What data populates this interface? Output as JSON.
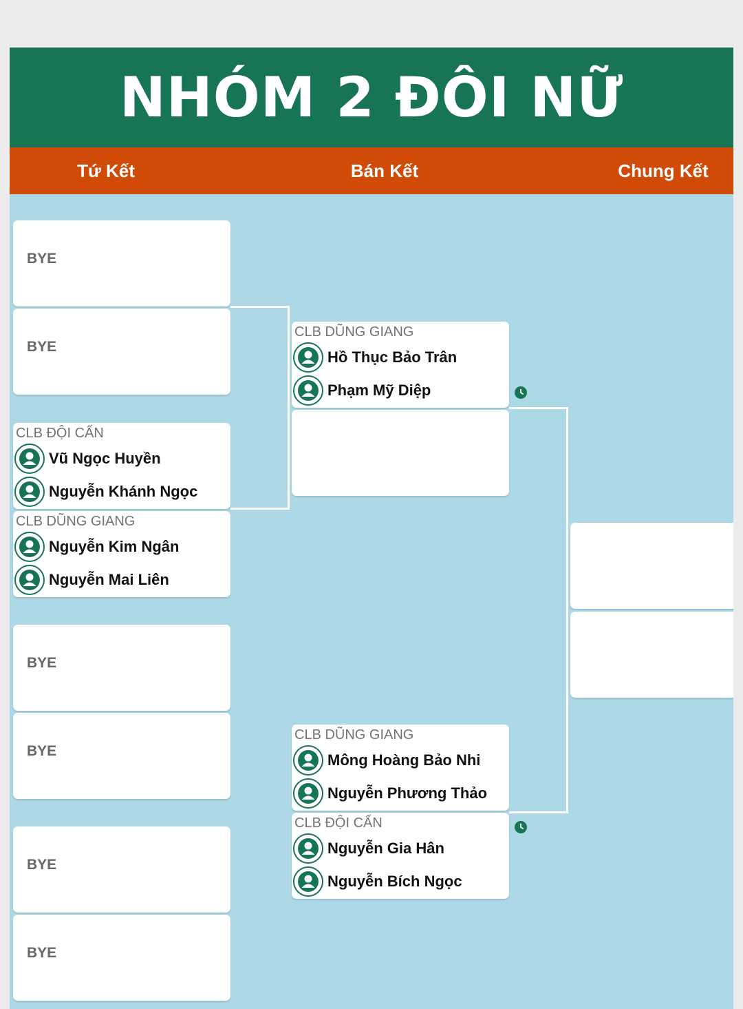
{
  "header": {
    "title": "NHÓM 2 ĐÔI NỮ"
  },
  "rounds": {
    "quarterfinal": "Tứ Kết",
    "semifinal": "Bán Kết",
    "final": "Chung Kết"
  },
  "quarterfinals": {
    "m1_top": "BYE",
    "m1_bottom": "BYE",
    "m2_top": {
      "club": "CLB ĐỘI CẤN",
      "players": [
        "Vũ Ngọc Huyền",
        "Nguyễn Khánh Ngọc"
      ]
    },
    "m2_bottom": {
      "club": "CLB DŨNG GIANG",
      "players": [
        "Nguyễn Kim Ngân",
        "Nguyễn Mai Liên"
      ]
    },
    "m3_top": "BYE",
    "m3_bottom": "BYE",
    "m4_top": "BYE",
    "m4_bottom": "BYE"
  },
  "semifinals": {
    "s1_top": {
      "club": "CLB DŨNG GIANG",
      "players": [
        "Hồ Thục Bảo Trân",
        "Phạm Mỹ Diệp"
      ]
    },
    "s2_top": {
      "club": "CLB DŨNG GIANG",
      "players": [
        "Mông Hoàng Bảo Nhi",
        "Nguyễn Phương Thảo"
      ]
    },
    "s2_bottom": {
      "club": "CLB ĐỘI CẤN",
      "players": [
        "Nguyễn Gia Hân",
        "Nguyễn Bích Ngọc"
      ]
    }
  },
  "icons": {
    "avatar": "user-avatar-icon",
    "clock": "clock-icon"
  },
  "colors": {
    "header_green": "#177553",
    "round_orange": "#d04a08",
    "bracket_bg": "#add8e6"
  }
}
